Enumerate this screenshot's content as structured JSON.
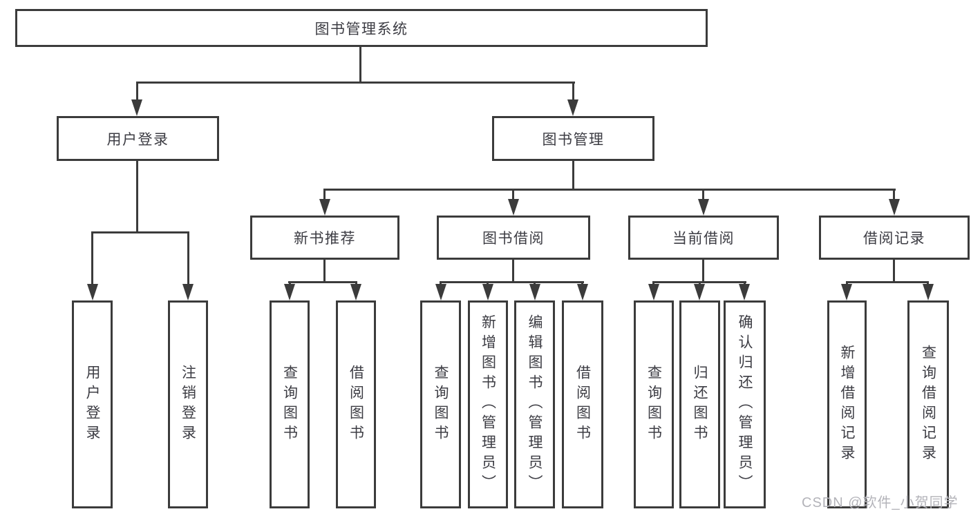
{
  "diagram": {
    "root": {
      "label": "图书管理系统"
    },
    "branches": [
      {
        "label": "用户登录",
        "children": [
          {
            "label": "用户登录"
          },
          {
            "label": "注销登录"
          }
        ]
      },
      {
        "label": "图书管理",
        "children": [
          {
            "label": "新书推荐",
            "children": [
              {
                "label": "查询图书"
              },
              {
                "label": "借阅图书"
              }
            ]
          },
          {
            "label": "图书借阅",
            "children": [
              {
                "label": "查询图书"
              },
              {
                "label": "新增图书（管理员）"
              },
              {
                "label": "编辑图书（管理员）"
              },
              {
                "label": "借阅图书"
              }
            ]
          },
          {
            "label": "当前借阅",
            "children": [
              {
                "label": "查询图书"
              },
              {
                "label": "归还图书"
              },
              {
                "label": "确认归还（管理员）"
              }
            ]
          },
          {
            "label": "借阅记录",
            "children": [
              {
                "label": "新增借阅记录"
              },
              {
                "label": "查询借阅记录"
              }
            ]
          }
        ]
      }
    ],
    "watermark": "CSDN @软件_小贺同学",
    "colors": {
      "line": "#3b3b3b",
      "text": "#3c3c43",
      "watermark": "#b3b3b9",
      "background": "#ffffff"
    }
  }
}
